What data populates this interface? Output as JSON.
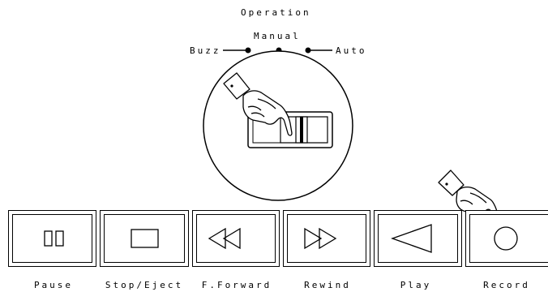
{
  "title": "Operation",
  "mode_switch": {
    "label_top": "Manual",
    "label_left": "Buzz",
    "label_right": "Auto"
  },
  "buttons": [
    {
      "label": "Pause",
      "icon": "pause-icon"
    },
    {
      "label": "Stop/Eject",
      "icon": "stop-icon"
    },
    {
      "label": "F.Forward",
      "icon": "double-left-arrow-icon"
    },
    {
      "label": "Rewind",
      "icon": "double-right-arrow-icon"
    },
    {
      "label": "Play",
      "icon": "left-triangle-icon"
    },
    {
      "label": "Record",
      "icon": "circle-icon"
    }
  ]
}
